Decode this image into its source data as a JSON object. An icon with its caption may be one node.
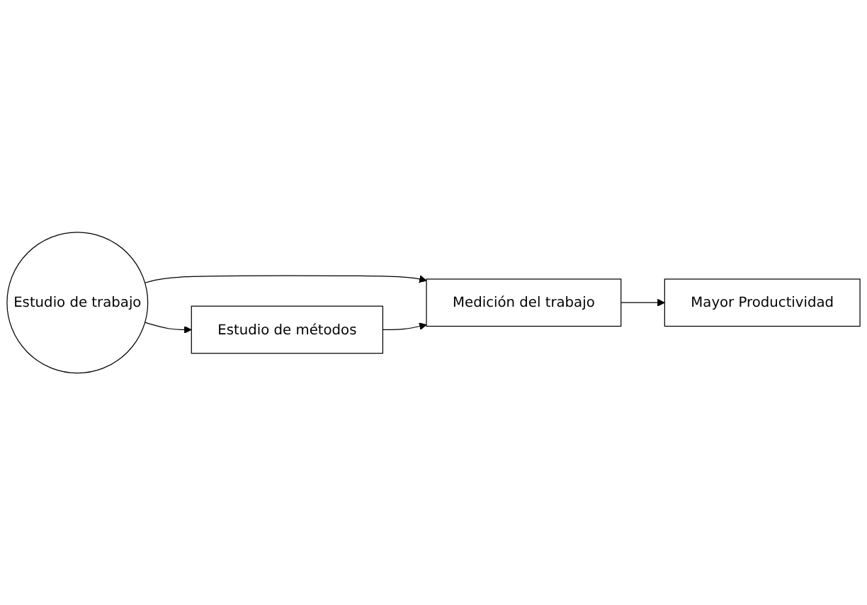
{
  "diagram": {
    "nodes": [
      {
        "text": [
          "Estudio de trabajo"
        ]
      },
      {
        "text": [
          "Estudio de métodos"
        ]
      },
      {
        "text": [
          "Medición del trabajo"
        ]
      },
      {
        "text": [
          "Mayor Productividad"
        ]
      }
    ],
    "edges": [
      {
        "from": 0,
        "to": 1,
        "arrow": "to"
      },
      {
        "from": 0,
        "to": 2,
        "arrow": "to"
      },
      {
        "from": 1,
        "to": 2,
        "arrow": "to"
      },
      {
        "from": 2,
        "to": 3,
        "arrow": "to"
      }
    ]
  }
}
